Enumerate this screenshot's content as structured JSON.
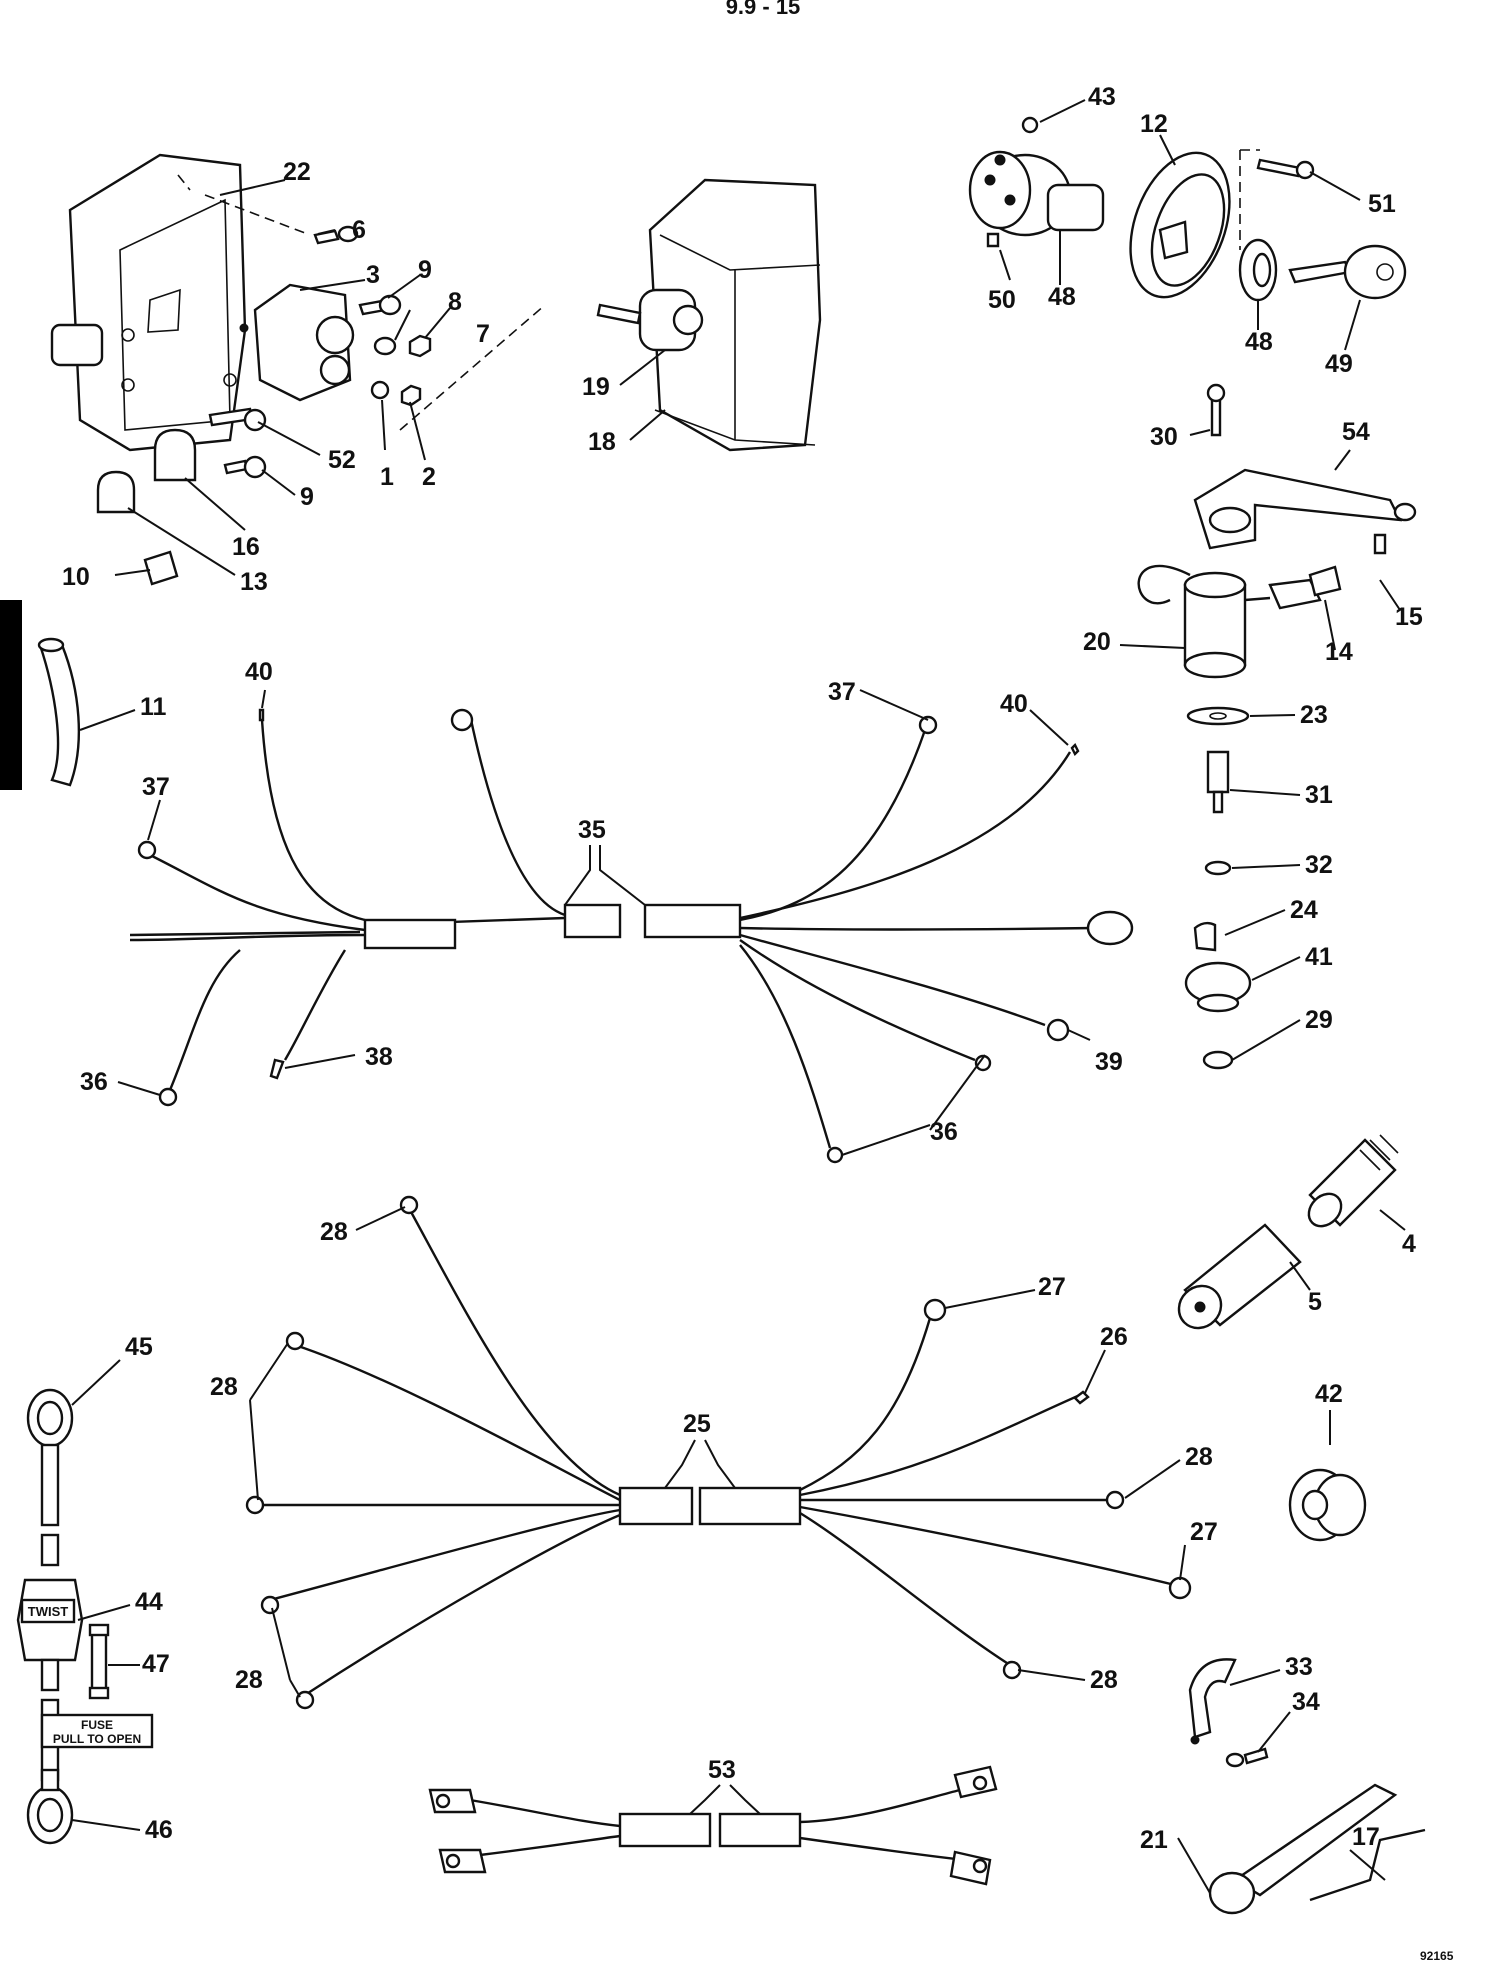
{
  "header": {
    "model_range": "9.9 - 15"
  },
  "fuse_holder": {
    "twist_label": "TWIST",
    "fuse_label_line1": "FUSE",
    "fuse_label_line2": "PULL TO OPEN"
  },
  "footer": {
    "drawing_number": "92165"
  },
  "callouts": [
    {
      "id": "c1",
      "label": "1"
    },
    {
      "id": "c2",
      "label": "2"
    },
    {
      "id": "c3",
      "label": "3"
    },
    {
      "id": "c4",
      "label": "4"
    },
    {
      "id": "c5",
      "label": "5"
    },
    {
      "id": "c6",
      "label": "6"
    },
    {
      "id": "c7",
      "label": "7"
    },
    {
      "id": "c8",
      "label": "8"
    },
    {
      "id": "c9a",
      "label": "9"
    },
    {
      "id": "c9b",
      "label": "9"
    },
    {
      "id": "c10",
      "label": "10"
    },
    {
      "id": "c11",
      "label": "11"
    },
    {
      "id": "c12",
      "label": "12"
    },
    {
      "id": "c13",
      "label": "13"
    },
    {
      "id": "c14",
      "label": "14"
    },
    {
      "id": "c15",
      "label": "15"
    },
    {
      "id": "c16",
      "label": "16"
    },
    {
      "id": "c17",
      "label": "17"
    },
    {
      "id": "c18",
      "label": "18"
    },
    {
      "id": "c19",
      "label": "19"
    },
    {
      "id": "c20",
      "label": "20"
    },
    {
      "id": "c21",
      "label": "21"
    },
    {
      "id": "c22",
      "label": "22"
    },
    {
      "id": "c23",
      "label": "23"
    },
    {
      "id": "c24",
      "label": "24"
    },
    {
      "id": "c25",
      "label": "25"
    },
    {
      "id": "c26",
      "label": "26"
    },
    {
      "id": "c27a",
      "label": "27"
    },
    {
      "id": "c27b",
      "label": "27"
    },
    {
      "id": "c28a",
      "label": "28"
    },
    {
      "id": "c28b",
      "label": "28"
    },
    {
      "id": "c28c",
      "label": "28"
    },
    {
      "id": "c28d",
      "label": "28"
    },
    {
      "id": "c28e",
      "label": "28"
    },
    {
      "id": "c29",
      "label": "29"
    },
    {
      "id": "c30",
      "label": "30"
    },
    {
      "id": "c31",
      "label": "31"
    },
    {
      "id": "c32",
      "label": "32"
    },
    {
      "id": "c33",
      "label": "33"
    },
    {
      "id": "c34",
      "label": "34"
    },
    {
      "id": "c35",
      "label": "35"
    },
    {
      "id": "c36a",
      "label": "36"
    },
    {
      "id": "c36b",
      "label": "36"
    },
    {
      "id": "c37a",
      "label": "37"
    },
    {
      "id": "c37b",
      "label": "37"
    },
    {
      "id": "c38",
      "label": "38"
    },
    {
      "id": "c39",
      "label": "39"
    },
    {
      "id": "c40a",
      "label": "40"
    },
    {
      "id": "c40b",
      "label": "40"
    },
    {
      "id": "c41",
      "label": "41"
    },
    {
      "id": "c42",
      "label": "42"
    },
    {
      "id": "c43",
      "label": "43"
    },
    {
      "id": "c44",
      "label": "44"
    },
    {
      "id": "c45",
      "label": "45"
    },
    {
      "id": "c46",
      "label": "46"
    },
    {
      "id": "c47",
      "label": "47"
    },
    {
      "id": "c48a",
      "label": "48"
    },
    {
      "id": "c48b",
      "label": "48"
    },
    {
      "id": "c49",
      "label": "49"
    },
    {
      "id": "c50",
      "label": "50"
    },
    {
      "id": "c51",
      "label": "51"
    },
    {
      "id": "c52",
      "label": "52"
    },
    {
      "id": "c53",
      "label": "53"
    },
    {
      "id": "c54",
      "label": "54"
    }
  ]
}
